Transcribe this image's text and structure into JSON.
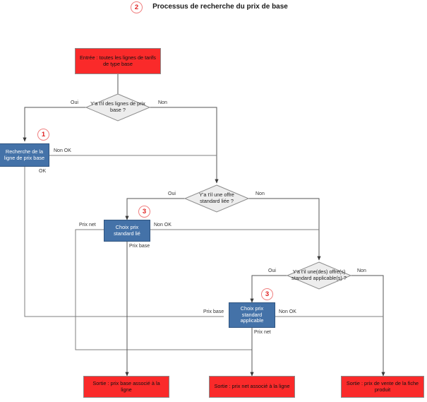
{
  "header": {
    "badge": "2",
    "title": "Processus de recherche du prix de base"
  },
  "nodes": {
    "input_base": "Entrée : toutes les lignes de tarifs de type base",
    "decision_lines": "Y'a t'il des lignes de prix base ?",
    "search_base_line": "Recherche de la ligne de prix base",
    "search_base_badge": "1",
    "decision_offer_linked": "Y'a t'il une offre standard liée ?",
    "choice_standard_linked": "Choix prix standard lié",
    "choice_standard_linked_badge": "3",
    "decision_offer_applicable": "Y'a t'il une(des) offre(s) standard applicable(s) ?",
    "choice_standard_applicable": "Choix prix standard applicable",
    "choice_standard_applicable_badge": "3",
    "output_base_price": "Sortie : prix base associé à la ligne",
    "output_net_price": "Sortie : prix net associé à la ligne",
    "output_product_sheet": "Sortie : prix de vente de la fiche produit"
  },
  "edge_labels": {
    "d1_yes": "Oui",
    "d1_no": "Non",
    "b1_notok": "Non OK",
    "b1_ok": "OK",
    "d2_yes": "Oui",
    "d2_no": "Non",
    "b2_prixnet": "Prix net",
    "b2_notok": "Non OK",
    "b2_prixbase": "Prix base",
    "d3_yes": "Oui",
    "d3_no": "Non",
    "b3_prixbase": "Prix base",
    "b3_notok": "Non OK",
    "b3_prixnet": "Prix net"
  },
  "colors": {
    "terminal_fill": "#fa2a2a",
    "process_fill": "#4472a8",
    "decision_fill": "#ededed",
    "stroke": "#7f7f7f",
    "badge_red": "#e02020"
  }
}
